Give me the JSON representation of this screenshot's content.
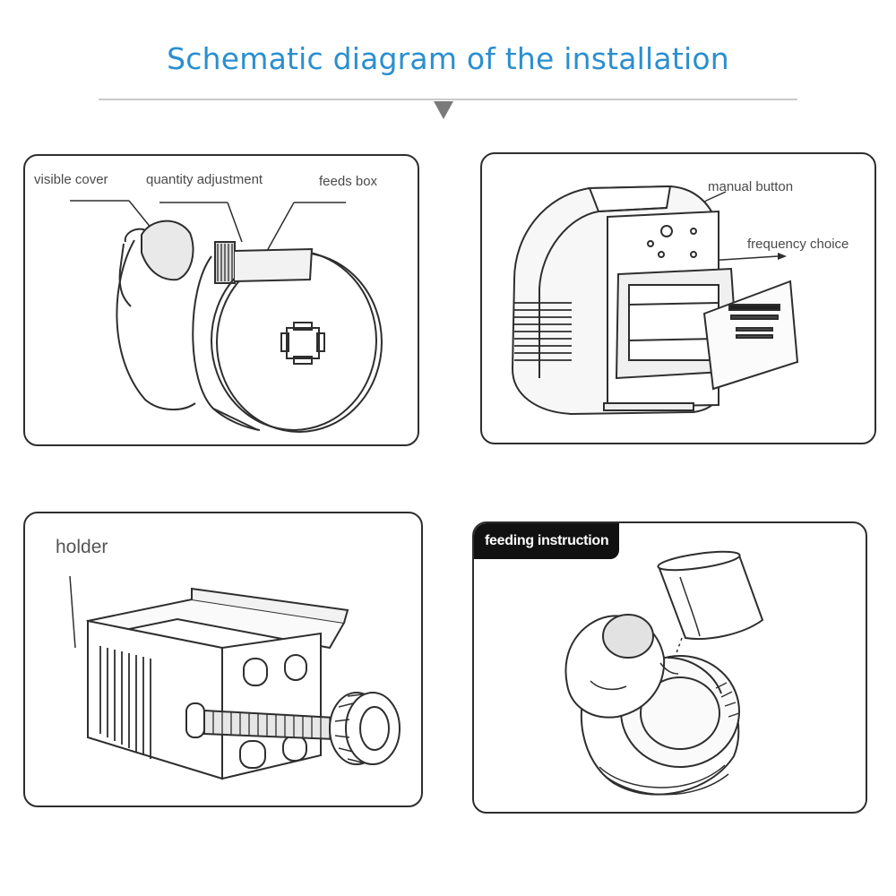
{
  "title": "Schematic diagram of the installation",
  "panels": {
    "top_left": {
      "labels": {
        "visible_cover": "visible cover",
        "quantity_adjustment": "quantity adjustment",
        "feeds_box": "feeds box"
      }
    },
    "top_right": {
      "labels": {
        "manual_button": "manual button",
        "frequency_choice": "frequency choice"
      }
    },
    "bottom_left": {
      "labels": {
        "holder": "holder"
      }
    },
    "bottom_right": {
      "badge": "feeding instruction"
    }
  },
  "colors": {
    "title": "#2a8fcf",
    "line": "#2e2e2e",
    "badge_bg": "#111111"
  }
}
